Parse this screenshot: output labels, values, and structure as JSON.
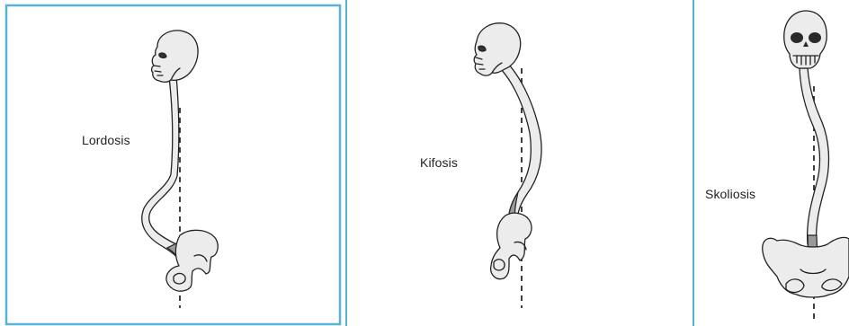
{
  "figures": [
    {
      "label": "Lordosis"
    },
    {
      "label": "Kifosis"
    },
    {
      "label": "Skoliosis"
    }
  ],
  "colors": {
    "frame": "#58b3d6",
    "divider": "#58b3d6",
    "bone": "#ececec",
    "ink": "#222222"
  }
}
